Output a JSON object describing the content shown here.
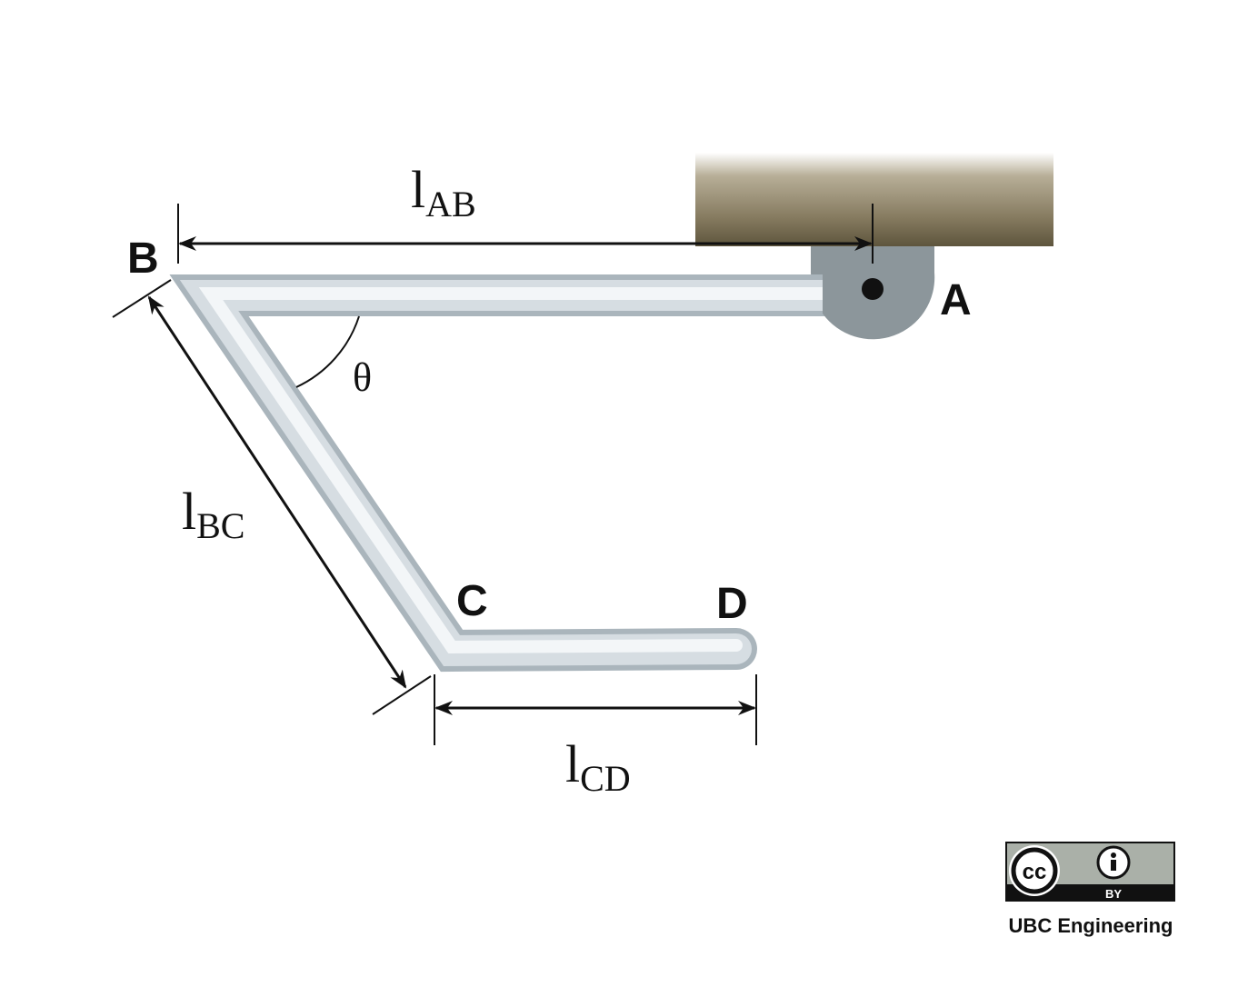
{
  "points": {
    "a": "A",
    "b": "B",
    "c": "C",
    "d": "D"
  },
  "dimensions": {
    "ab": {
      "main": "l",
      "sub": "AB"
    },
    "bc": {
      "main": "l",
      "sub": "BC"
    },
    "cd": {
      "main": "l",
      "sub": "CD"
    }
  },
  "angle": {
    "label": "θ"
  },
  "license": {
    "cc": "cc",
    "by": "BY",
    "credit": "UBC Engineering"
  },
  "colors": {
    "rod_light": "#f2f5f7",
    "rod_mid": "#c9d2d8",
    "rod_dark": "#a8b3ba",
    "wall_top": "#ffffff",
    "wall_bottom": "#6b6046",
    "pin_support": "#8c969b",
    "license_gray": "#aab0a8"
  }
}
